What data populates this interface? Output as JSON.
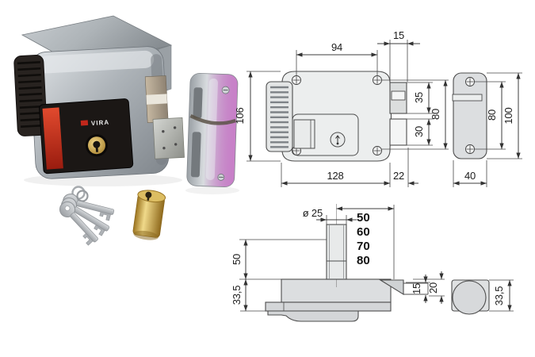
{
  "photo": {
    "brand_text": "VIRA"
  },
  "colors": {
    "accent_red": "#c1271b",
    "brass": "#c89b3c",
    "drawing_line": "#3c3c3c",
    "drawing_fill": "#e9ebeb"
  },
  "front_view": {
    "width_94": "94",
    "latch_15": "15",
    "height_106": "106",
    "upper_35": "35",
    "span_80": "80",
    "lower_30": "30",
    "width_128": "128",
    "protrusion_22": "22"
  },
  "strike_view": {
    "screws_80": "80",
    "height_100": "100",
    "width_40": "40"
  },
  "plan_view": {
    "cylinder_dia": "ø 25",
    "cylinder_lengths": [
      "50",
      "60",
      "70",
      "80"
    ],
    "offset_50": "50",
    "depth_33_5": "33,5",
    "latch_15": "15",
    "latch_20": "20"
  },
  "section_view": {
    "size_33_5": "33,5"
  }
}
